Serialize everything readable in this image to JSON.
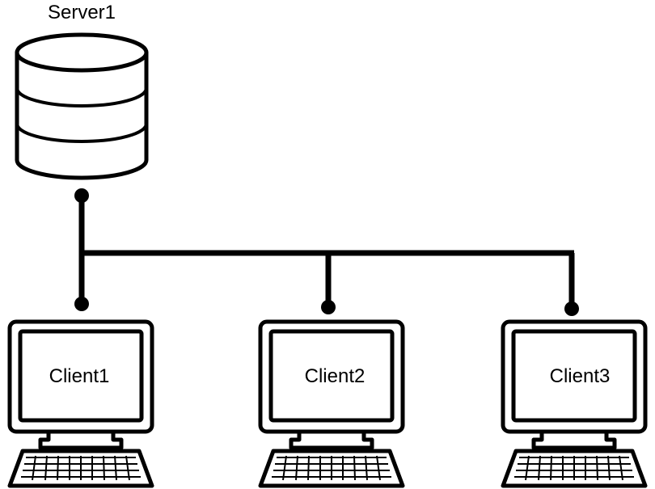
{
  "diagram": {
    "server": {
      "label": "Server1",
      "icon": "database-server-icon"
    },
    "clients": [
      {
        "label": "Client1",
        "icon": "desktop-computer-icon"
      },
      {
        "label": "Client2",
        "icon": "desktop-computer-icon"
      },
      {
        "label": "Client3",
        "icon": "desktop-computer-icon"
      }
    ],
    "colors": {
      "line": "#000000",
      "background": "#ffffff"
    }
  }
}
